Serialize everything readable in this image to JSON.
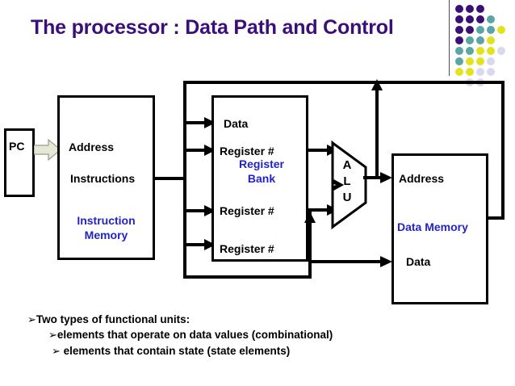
{
  "slide": {
    "title": "The processor : Data Path and Control",
    "title_color": "#3a0f7a",
    "background": "#ffffff"
  },
  "decoration": {
    "name": "dot-grid-motif",
    "colors": {
      "purple": "#3b1075",
      "teal": "#5aa5a5",
      "yellow": "#e2e21e",
      "pale": "#d8d8ee"
    },
    "dots": [
      {
        "col": 0,
        "row": 0,
        "color": "#3b1075"
      },
      {
        "col": 1,
        "row": 0,
        "color": "#3b1075"
      },
      {
        "col": 2,
        "row": 0,
        "color": "#3b1075"
      },
      {
        "col": 0,
        "row": 1,
        "color": "#3b1075"
      },
      {
        "col": 1,
        "row": 1,
        "color": "#3b1075"
      },
      {
        "col": 2,
        "row": 1,
        "color": "#3b1075"
      },
      {
        "col": 3,
        "row": 1,
        "color": "#5aa5a5"
      },
      {
        "col": 0,
        "row": 2,
        "color": "#3b1075"
      },
      {
        "col": 1,
        "row": 2,
        "color": "#3b1075"
      },
      {
        "col": 2,
        "row": 2,
        "color": "#5aa5a5"
      },
      {
        "col": 3,
        "row": 2,
        "color": "#5aa5a5"
      },
      {
        "col": 4,
        "row": 2,
        "color": "#e2e21e"
      },
      {
        "col": 0,
        "row": 3,
        "color": "#3b1075"
      },
      {
        "col": 1,
        "row": 3,
        "color": "#5aa5a5"
      },
      {
        "col": 2,
        "row": 3,
        "color": "#5aa5a5"
      },
      {
        "col": 3,
        "row": 3,
        "color": "#e2e21e"
      },
      {
        "col": 0,
        "row": 4,
        "color": "#5aa5a5"
      },
      {
        "col": 1,
        "row": 4,
        "color": "#5aa5a5"
      },
      {
        "col": 2,
        "row": 4,
        "color": "#e2e21e"
      },
      {
        "col": 3,
        "row": 4,
        "color": "#e2e21e"
      },
      {
        "col": 4,
        "row": 4,
        "color": "#d8d8ee"
      },
      {
        "col": 0,
        "row": 5,
        "color": "#5aa5a5"
      },
      {
        "col": 1,
        "row": 5,
        "color": "#e2e21e"
      },
      {
        "col": 2,
        "row": 5,
        "color": "#e2e21e"
      },
      {
        "col": 3,
        "row": 5,
        "color": "#d8d8ee"
      },
      {
        "col": 0,
        "row": 6,
        "color": "#e2e21e"
      },
      {
        "col": 1,
        "row": 6,
        "color": "#e2e21e"
      },
      {
        "col": 2,
        "row": 6,
        "color": "#d8d8ee"
      },
      {
        "col": 3,
        "row": 6,
        "color": "#d8d8ee"
      },
      {
        "col": 1,
        "row": 7,
        "color": "#d8d8ee"
      },
      {
        "col": 2,
        "row": 7,
        "color": "#d8d8ee"
      }
    ]
  },
  "diagram": {
    "name": "mips-datapath-diagram",
    "pc": {
      "label": "PC"
    },
    "pc_arrow": {
      "name": "pc-to-address-arrow",
      "fill": "#e4e8d4",
      "stroke": "#9a9a8a"
    },
    "instruction_memory": {
      "title": "Instruction Memory",
      "title_line1": "Instruction",
      "title_line2": "Memory",
      "ports": [
        "Address",
        "Instructions"
      ]
    },
    "register_bank": {
      "title": "Register Bank",
      "title_line1": "Register",
      "title_line2": "Bank",
      "ports": [
        "Data",
        "Register #",
        "Register #",
        "Register #"
      ]
    },
    "alu": {
      "label": "ALU",
      "letters": [
        "A",
        "L",
        "U"
      ]
    },
    "data_memory": {
      "title": "Data Memory",
      "ports": [
        "Address",
        "Data"
      ]
    }
  },
  "bullets": [
    {
      "marker": "➢",
      "text": "Two types of functional units:",
      "level": 1
    },
    {
      "marker": "➢",
      "text": "elements that operate on data values (combinational)",
      "level": 2
    },
    {
      "marker": "➢",
      "text": " elements that contain state (state elements)",
      "level": 3
    }
  ]
}
